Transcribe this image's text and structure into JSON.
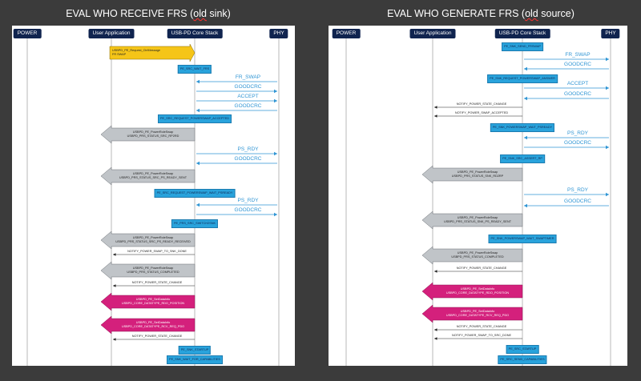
{
  "titles": {
    "left_main": "EVAL WHO RECEIVE FRS (",
    "left_u": "old",
    "left_end": " sink)",
    "right_main": "EVAL WHO GENERATE FRS (",
    "right_u": "old",
    "right_end": " source)"
  },
  "colors": {
    "background": "#3b3b3b",
    "header": "#10244f",
    "message": "#2f95d4",
    "state_box": "#29a3dc",
    "call_box": "#f5c518",
    "notify_shape": "#c0c4c8",
    "set_data_shape": "#d4207c"
  },
  "left": {
    "headers": [
      "POWER",
      "User Application",
      "USB-PD Core Stack",
      "PHY"
    ],
    "events": [
      {
        "kind": "call",
        "lines": [
          "USBPD_PE_Request_CtrlMessage",
          "FR SWAP"
        ]
      },
      {
        "kind": "state",
        "text": "PE_SRC_WAIT_FRS"
      },
      {
        "kind": "msg",
        "dir": "left",
        "text": "FR_SWAP"
      },
      {
        "kind": "msg",
        "dir": "right",
        "text": "GOODCRC"
      },
      {
        "kind": "msg",
        "dir": "right",
        "text": "ACCEPT"
      },
      {
        "kind": "msg",
        "dir": "left",
        "text": "GOODCRC"
      },
      {
        "kind": "state",
        "text": "PE_SRC_REQUEST_POWERSWAP_ACCEPTED"
      },
      {
        "kind": "notify",
        "lines": [
          "USBPD_PE_PowerRoleSwap",
          "USBPD_PRS_STATUS_SRC_RP2RD"
        ]
      },
      {
        "kind": "msg",
        "dir": "right",
        "text": "PS_RDY"
      },
      {
        "kind": "msg",
        "dir": "left",
        "text": "GOODCRC"
      },
      {
        "kind": "notify",
        "lines": [
          "USBPD_PE_PowerRoleSwap",
          "USBPD_PRS_STATUS_SRC_PS_READY_SENT"
        ]
      },
      {
        "kind": "state",
        "text": "PE_SRC_REQUEST_POWERSWAP_WAIT_PSREADY"
      },
      {
        "kind": "msg",
        "dir": "left",
        "text": "PS_RDY"
      },
      {
        "kind": "msg",
        "dir": "right",
        "text": "GOODCRC"
      },
      {
        "kind": "state",
        "text": "PE_PRS_SRC_SWITCH2SNK"
      },
      {
        "kind": "notify",
        "lines": [
          "USBPD_PE_PowerRoleSwap",
          "USBPD_PRS_STATUS_SRC_PS_READY_RECEIVED"
        ]
      },
      {
        "kind": "ret",
        "text": "NOTIFY_POWER_SWAP_TO_SNK_DONE"
      },
      {
        "kind": "notify",
        "lines": [
          "USBPD_PE_PowerRoleSwap",
          "USBPD_PRS_STATUS_COMPLETED"
        ]
      },
      {
        "kind": "ret",
        "text": "NOTIFY_POWER_STATE_CHANGE"
      },
      {
        "kind": "setdata",
        "lines": [
          "USBPD_PE_SetDataInfo",
          "USBPD_CORE_DATATYPE_RDO_POSITION"
        ]
      },
      {
        "kind": "setdata",
        "lines": [
          "USBPD_PE_SetDataInfo",
          "USBPD_CORE_DATATYPE_RCV_REQ_PDO"
        ]
      },
      {
        "kind": "ret",
        "text": "NOTIFY_POWER_STATE_CHANGE"
      },
      {
        "kind": "state",
        "text": "PE_SNK_STARTUP"
      },
      {
        "kind": "state",
        "text": "PE_SNK_WAIT_FOR_CAPABILITIES"
      }
    ]
  },
  "right": {
    "headers": [
      "POWER",
      "User Application",
      "USB-PD Core Stack",
      "PHY"
    ],
    "events": [
      {
        "kind": "state",
        "text": "PE_SNK_SEND_FRSWAP"
      },
      {
        "kind": "msg",
        "dir": "right",
        "text": "FR_SWAP"
      },
      {
        "kind": "msg",
        "dir": "left",
        "text": "GOODCRC"
      },
      {
        "kind": "state",
        "text": "PE_SNK_REQUEST_POWERSWAP_ANSWER"
      },
      {
        "kind": "msg",
        "dir": "right",
        "text": "ACCEPT"
      },
      {
        "kind": "msg",
        "dir": "left",
        "text": "GOODCRC"
      },
      {
        "kind": "ret",
        "text": "NOTIFY_POWER_STATE_CHANGE"
      },
      {
        "kind": "ret",
        "text": "NOTIFY_POWER_SWAP_ACCEPTED"
      },
      {
        "kind": "state",
        "text": "PE_SNK_POWERSWAP_WAIT_PSREADY"
      },
      {
        "kind": "msg",
        "dir": "left",
        "text": "PS_RDY"
      },
      {
        "kind": "msg",
        "dir": "right",
        "text": "GOODCRC"
      },
      {
        "kind": "state",
        "text": "PE_SNK_SRC_ASSERT_RP"
      },
      {
        "kind": "notify",
        "lines": [
          "USBPD_PE_PowerRoleSwap",
          "USBPD_PRS_STATUS_SNK_RD2RP"
        ]
      },
      {
        "kind": "msg",
        "dir": "right",
        "text": "PS_RDY"
      },
      {
        "kind": "msg",
        "dir": "left",
        "text": "GOODCRC"
      },
      {
        "kind": "notify",
        "lines": [
          "USBPD_PE_PowerRoleSwap",
          "USBPD_PRS_STATUS_SNK_PS_READY_SENT"
        ]
      },
      {
        "kind": "state",
        "text": "PE_SNK_POWERSWAP_WAIT_SWAPTIMER"
      },
      {
        "kind": "notify",
        "lines": [
          "USBPD_PE_PowerRoleSwap",
          "USBPD_PRS_STATUS_COMPLETED"
        ]
      },
      {
        "kind": "ret",
        "text": "NOTIFY_POWER_STATE_CHANGE"
      },
      {
        "kind": "setdata",
        "lines": [
          "USBPD_PE_SetDataInfo",
          "USBPD_CORE_DATATYPE_RDO_POSITION"
        ]
      },
      {
        "kind": "setdata",
        "lines": [
          "USBPD_PE_SetDataInfo",
          "USBPD_CORE_DATATYPE_RCV_REQ_PDO"
        ]
      },
      {
        "kind": "ret",
        "text": "NOTIFY_POWER_STATE_CHANGE"
      },
      {
        "kind": "ret",
        "text": "NOTIFY_POWER_SWAP_TO_SRC_DONE"
      },
      {
        "kind": "state",
        "text": "PE_SRC_STARTUP"
      },
      {
        "kind": "state",
        "text": "PE_SRC_SEND_CAPABILITIES"
      }
    ]
  }
}
